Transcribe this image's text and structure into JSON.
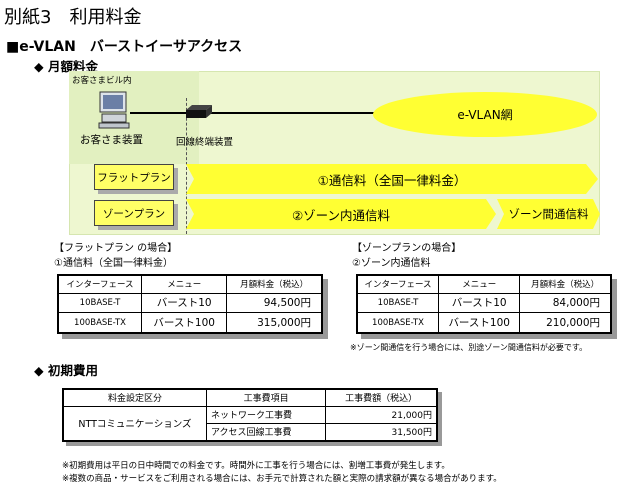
{
  "page_title": "別紙3　利用料金",
  "section_title": "■e-VLAN　バーストイーサアクセス",
  "monthly": {
    "heading": "◆ 月額料金",
    "diagram": {
      "building_label": "お客さまビル内",
      "customer_device": "お客さま装置",
      "line_terminal": "回線終端装置",
      "network": "e-VLAN網",
      "flat_plan": "フラットプラン",
      "zone_plan": "ゾーンプラン",
      "flat_charge": "①通信料（全国一律料金）",
      "zone_inner_charge": "②ゾーン内通信料",
      "zone_outer_charge": "ゾーン間通信料"
    },
    "flat_case": {
      "title": "【フラットプラン の場合】",
      "subtitle": "①通信料（全国一律料金）",
      "headers": [
        "インターフェース",
        "メニュー",
        "月額料金（税込）"
      ],
      "rows": [
        [
          "10BASE-T",
          "バースト10",
          "94,500円"
        ],
        [
          "100BASE-TX",
          "バースト100",
          "315,000円"
        ]
      ]
    },
    "zone_case": {
      "title": "【ゾーンプランの場合】",
      "subtitle": "②ゾーン内通信料",
      "headers": [
        "インターフェース",
        "メニュー",
        "月額料金（税込）"
      ],
      "rows": [
        [
          "10BASE-T",
          "バースト10",
          "84,000円"
        ],
        [
          "100BASE-TX",
          "バースト100",
          "210,000円"
        ]
      ],
      "note": "※ゾーン間通信を行う場合には、別途ゾーン間通信料が必要です。"
    }
  },
  "initial": {
    "heading": "◆ 初期費用",
    "headers": [
      "料金設定区分",
      "工事費項目",
      "工事費額（税込）"
    ],
    "category": "NTTコミュニケーションズ",
    "rows": [
      [
        "ネットワーク工事費",
        "21,000円"
      ],
      [
        "アクセス回線工事費",
        "31,500円"
      ]
    ],
    "notes": [
      "※初期費用は平日の日中時間での料金です。時間外に工事を行う場合には、割増工事費が発生します。",
      "※複数の商品・サービスをご利用される場合には、お手元で計算された額と実際の請求額が異なる場合があります。"
    ]
  }
}
